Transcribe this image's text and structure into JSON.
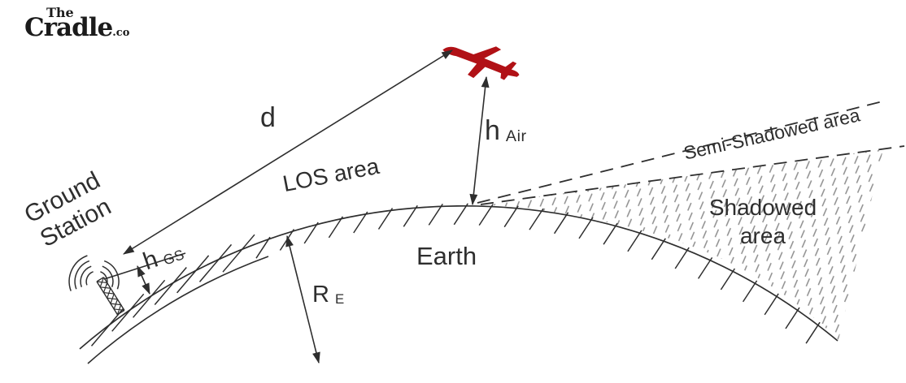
{
  "brand": {
    "the": "The",
    "name": "Cradle",
    "tld": ".co"
  },
  "diagram": {
    "distance_label": "d",
    "los_area": "LOS area",
    "h_air": {
      "main": "h",
      "sub": "Air"
    },
    "semi_shadowed_area": "Semi-Shadowed area",
    "shadowed_area": {
      "line1": "Shadowed",
      "line2": "area"
    },
    "ground_station": {
      "line1": "Ground",
      "line2": "Station"
    },
    "h_gs": {
      "main": "h",
      "sub": "GS"
    },
    "earth": "Earth",
    "earth_radius": {
      "main": "R",
      "sub": "E"
    }
  },
  "icons": {
    "airplane": "airplane-icon",
    "antenna_tower": "antenna-tower-icon",
    "radio_waves": "radio-waves-icon"
  },
  "colors": {
    "ink": "#2e2e2e",
    "airplane_red": "#b11116",
    "hatch_gray": "#8e8e8e",
    "background": "#ffffff"
  }
}
